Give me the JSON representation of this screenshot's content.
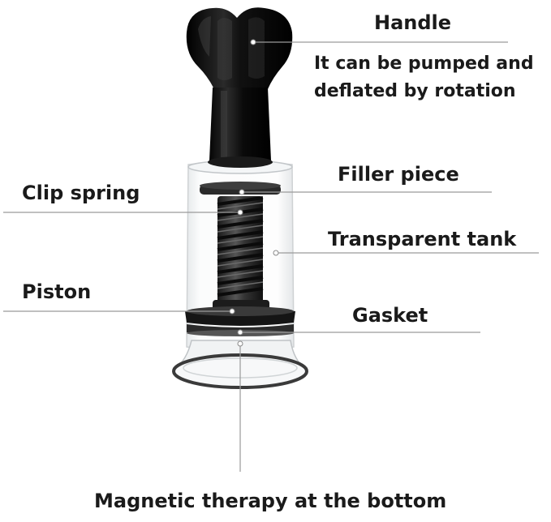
{
  "labels": {
    "handle": "Handle",
    "handle_note_line1": "It can be pumped and",
    "handle_note_line2": "deflated by rotation",
    "filler_piece": "Filler piece",
    "clip_spring": "Clip spring",
    "transparent_tank": "Transparent tank",
    "piston": "Piston",
    "gasket": "Gasket",
    "magnetic_bottom": "Magnetic therapy at the bottom"
  },
  "colors": {
    "background": "#ffffff",
    "text": "#1a1a1a",
    "leader_line": "#9a9a9a",
    "handle_black": "#0d0d0d",
    "spring_dark": "#262626",
    "tank_edge": "#cfd2d4"
  }
}
